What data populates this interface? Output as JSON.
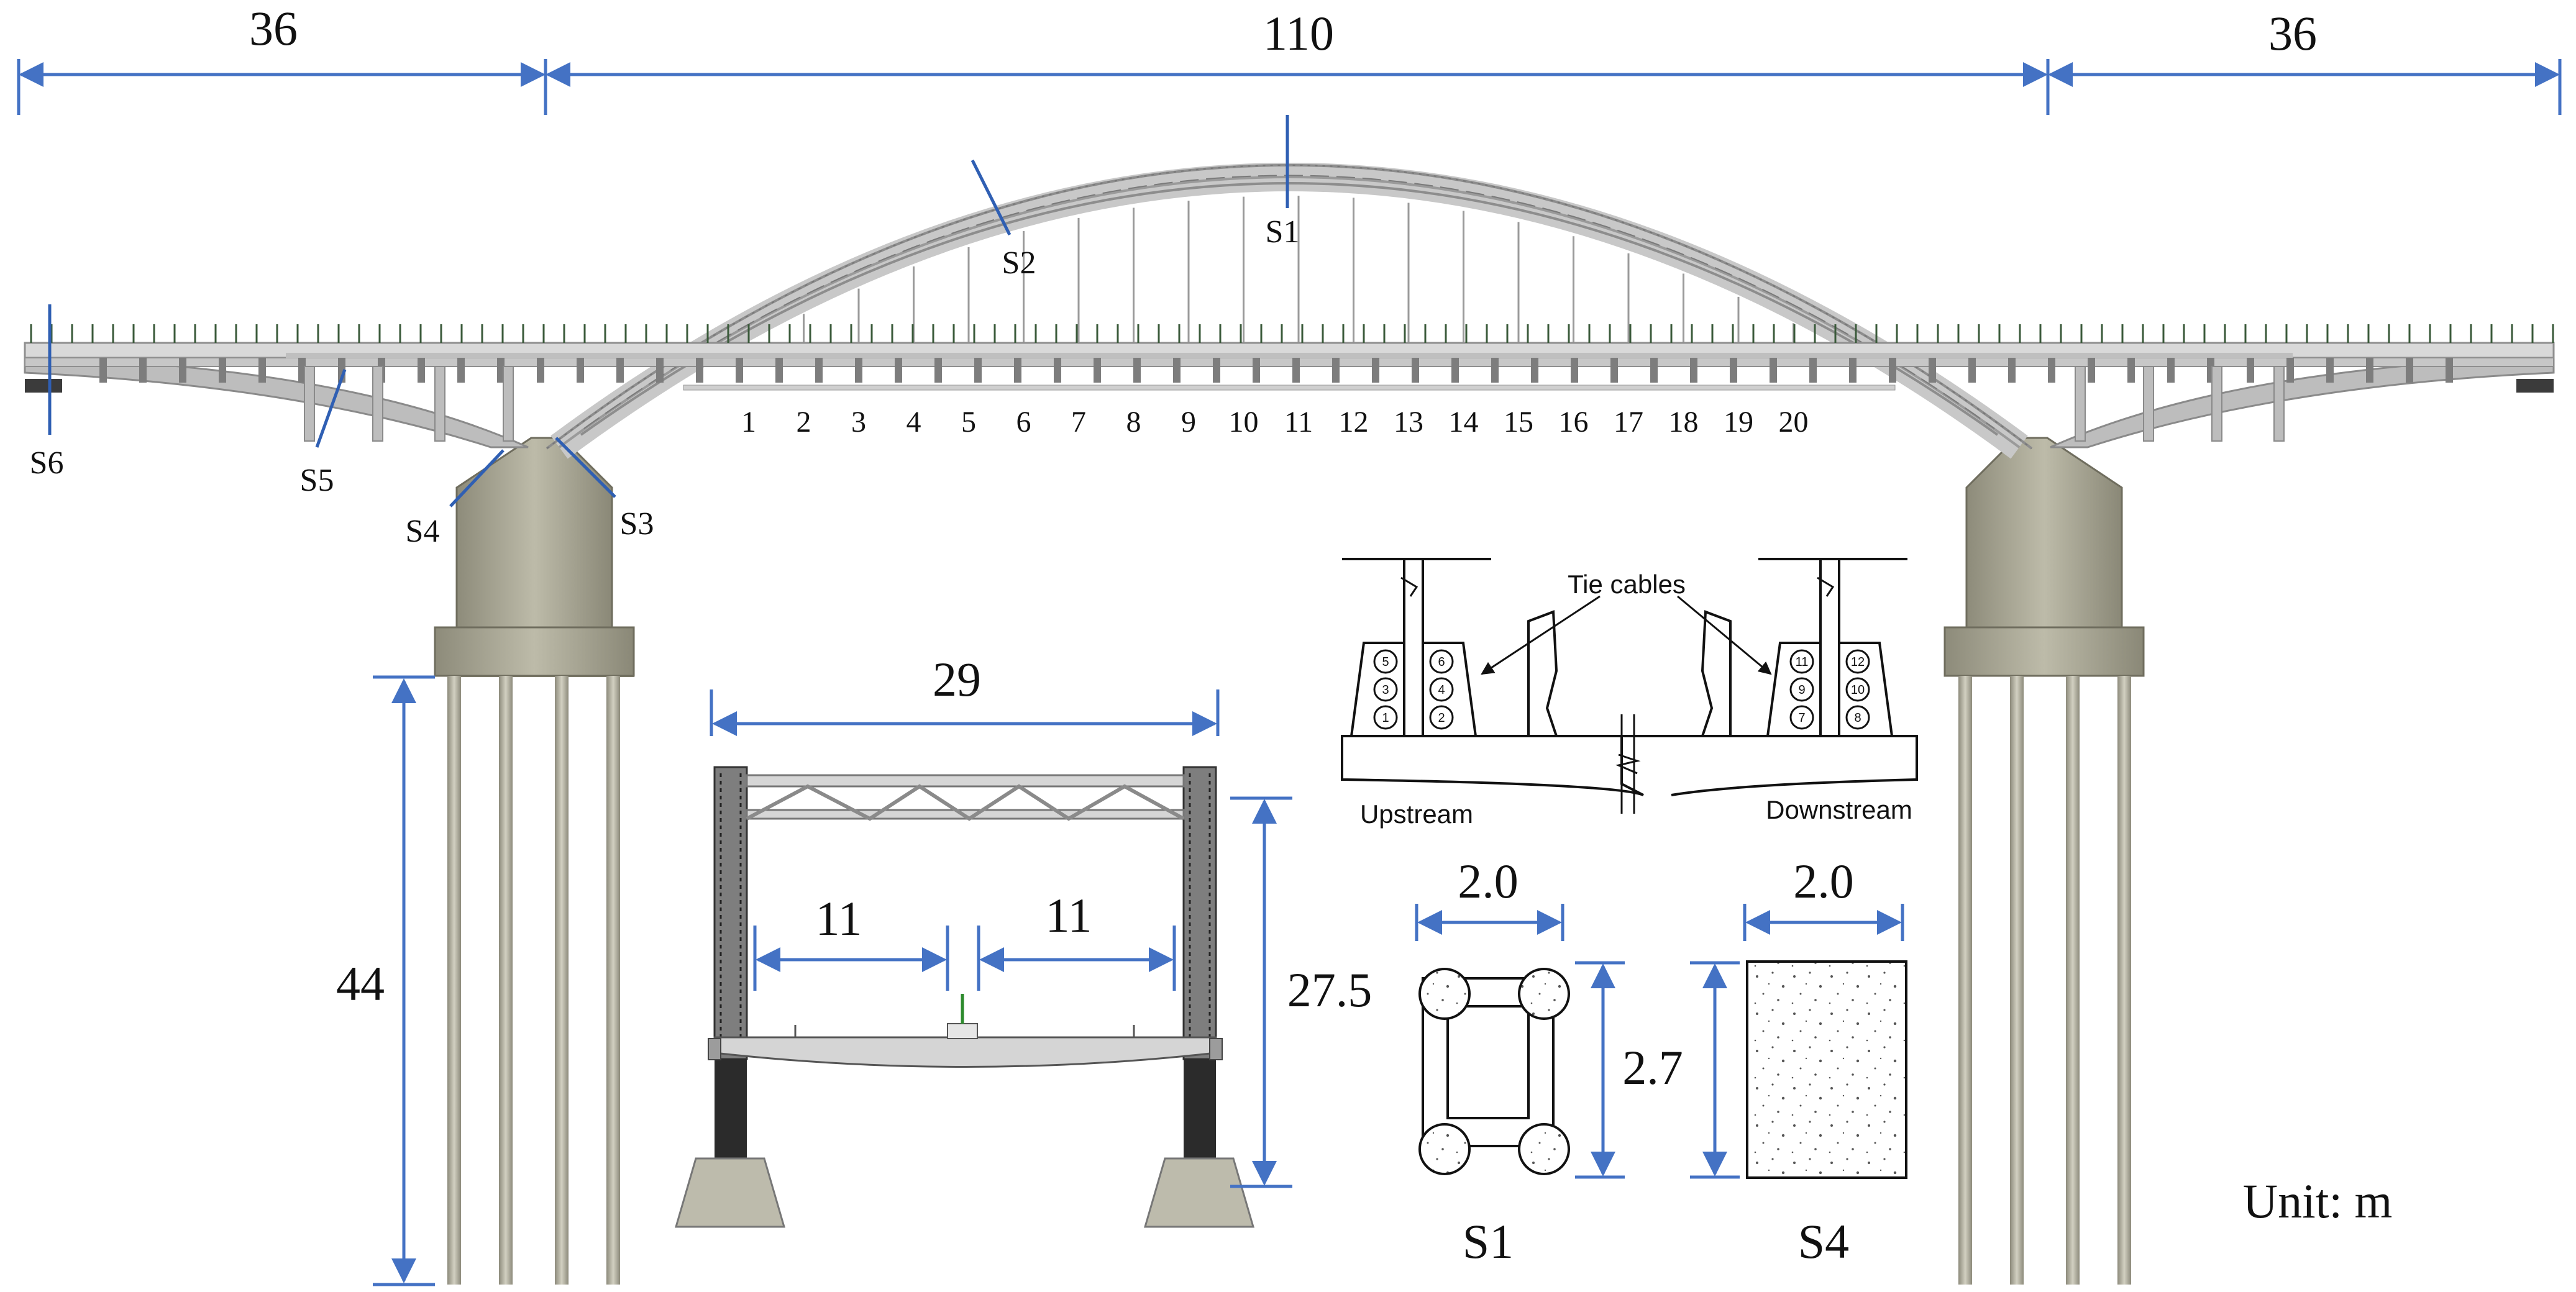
{
  "dimensions": {
    "span_left": "36",
    "span_main": "110",
    "span_right": "36",
    "pile_height": "44",
    "deck_width": "29",
    "lane_left": "11",
    "lane_right": "11",
    "tower_height": "27.5",
    "s1_width": "2.0",
    "s1_height": "2.7",
    "s4_width": "2.0"
  },
  "sections": {
    "s1": "S1",
    "s2": "S2",
    "s3": "S3",
    "s4": "S4",
    "s5": "S5",
    "s6": "S6"
  },
  "hangers": [
    "1",
    "2",
    "3",
    "4",
    "5",
    "6",
    "7",
    "8",
    "9",
    "10",
    "11",
    "12",
    "13",
    "14",
    "15",
    "16",
    "17",
    "18",
    "19",
    "20"
  ],
  "cable_detail": {
    "title": "Tie cables",
    "upstream": "Upstream",
    "downstream": "Downstream",
    "left_cables": [
      "5",
      "6",
      "3",
      "4",
      "1",
      "2"
    ],
    "right_cables": [
      "11",
      "12",
      "9",
      "10",
      "7",
      "8"
    ]
  },
  "cross_section_labels": {
    "s1": "S1",
    "s4": "S4"
  },
  "unit_label": "Unit: m",
  "colors": {
    "dimension_line": "#4472c4",
    "section_line": "#2f5fb3",
    "concrete": "#b9b7a6",
    "steel": "#d6d6d6",
    "dark": "#3a3a3a"
  }
}
